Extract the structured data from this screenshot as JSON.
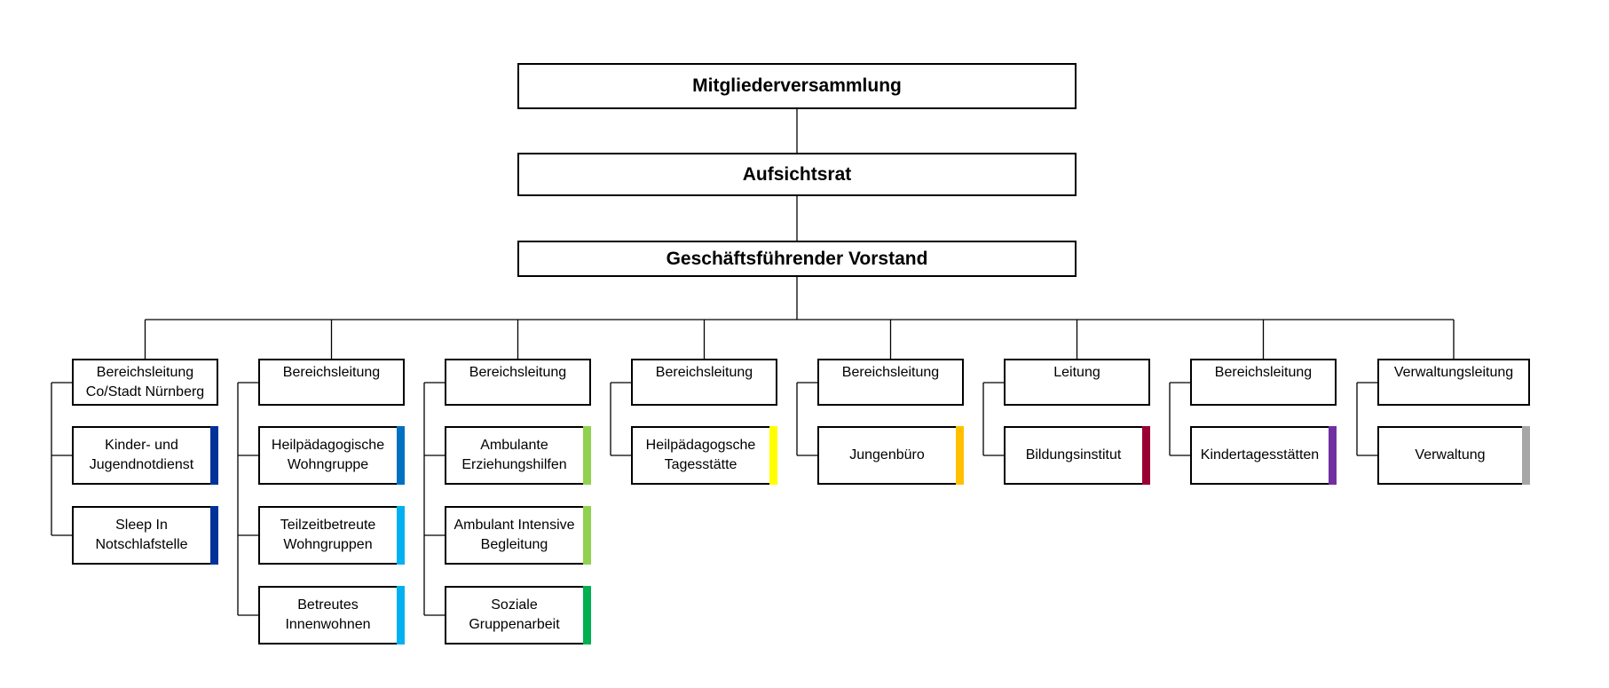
{
  "board": {
    "members_assembly": "Mitgliederversammlung",
    "supervisory_board": "Aufsichtsrat",
    "executive_board": "Geschäftsführender Vorstand"
  },
  "departments": [
    {
      "head": "Bereichsleitung\nCo/Stadt Nürnberg",
      "units": [
        {
          "label": "Kinder- und\nJugendnotdienst",
          "color": "#003399"
        },
        {
          "label": "Sleep In\nNotschlafstelle",
          "color": "#003399"
        }
      ]
    },
    {
      "head": "Bereichsleitung",
      "units": [
        {
          "label": "Heilpädagogische\nWohngruppe",
          "color": "#0070C0"
        },
        {
          "label": "Teilzeitbetreute\nWohngruppen",
          "color": "#00B0F0"
        },
        {
          "label": "Betreutes\nInnenwohnen",
          "color": "#00B0F0"
        }
      ]
    },
    {
      "head": "Bereichsleitung",
      "units": [
        {
          "label": "Ambulante\nErziehungshilfen",
          "color": "#92D050"
        },
        {
          "label": "Ambulant Intensive\nBegleitung",
          "color": "#92D050"
        },
        {
          "label": "Soziale\nGruppenarbeit",
          "color": "#00B050"
        }
      ]
    },
    {
      "head": "Bereichsleitung",
      "units": [
        {
          "label": "Heilpädagogsche\nTagesstätte",
          "color": "#FFFF00"
        }
      ]
    },
    {
      "head": "Bereichsleitung",
      "units": [
        {
          "label": "Jungenbüro",
          "color": "#FFC000"
        }
      ]
    },
    {
      "head": "Leitung",
      "units": [
        {
          "label": "Bildungsinstitut",
          "color": "#990033"
        }
      ]
    },
    {
      "head": "Bereichsleitung",
      "units": [
        {
          "label": "Kindertagesstätten",
          "color": "#7030A0"
        }
      ]
    },
    {
      "head": "Verwaltungsleitung",
      "units": [
        {
          "label": "Verwaltung",
          "color": "#A6A6A6"
        }
      ]
    }
  ]
}
